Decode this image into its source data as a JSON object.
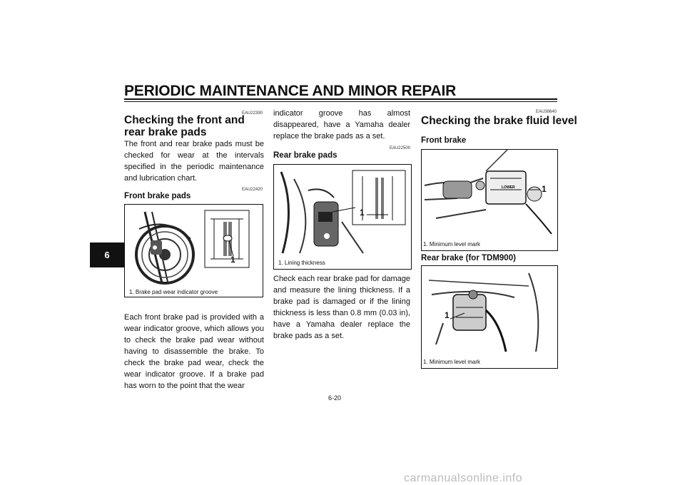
{
  "header": {
    "title": "PERIODIC MAINTENANCE AND MINOR REPAIR",
    "chapter_tab": "6"
  },
  "col1": {
    "code1": "EAU22390",
    "heading": "Checking the front and rear brake pads",
    "intro": "The front and rear brake pads must be checked for wear at the intervals specified in the periodic maintenance and lubrication chart.",
    "code2": "EAU22420",
    "subheading": "Front brake pads",
    "fig_callout": "1",
    "caption": "1. Brake pad wear indicator groove",
    "body": "Each front brake pad is provided with a wear indicator groove, which allows you to check the brake pad wear without having to disassemble the brake. To check the brake pad wear, check the wear indicator groove. If a brake pad has worn to the point that the wear"
  },
  "col2": {
    "continued": "indicator groove has almost disappeared, have a Yamaha dealer replace the brake pads as a set.",
    "code": "EAU22500",
    "subheading": "Rear brake pads",
    "fig_callout": "1",
    "caption": "1. Lining thickness",
    "body": "Check each rear brake pad for damage and measure the lining thickness. If a brake pad is damaged or if the lining thickness is less than 0.8 mm (0.03 in), have a Yamaha dealer replace the brake pads as a set."
  },
  "col3": {
    "code": "EAU38640",
    "heading": "Checking the brake fluid level",
    "front_label": "Front brake",
    "front_callout": "1",
    "front_reservoir_text": "LOWER",
    "front_caption": "1. Minimum level mark",
    "rear_label": "Rear brake (for TDM900)",
    "rear_callout": "1",
    "rear_caption": "1. Minimum level mark"
  },
  "footer": {
    "page_number": "6-20"
  },
  "watermark": "carmanualsonline.info"
}
